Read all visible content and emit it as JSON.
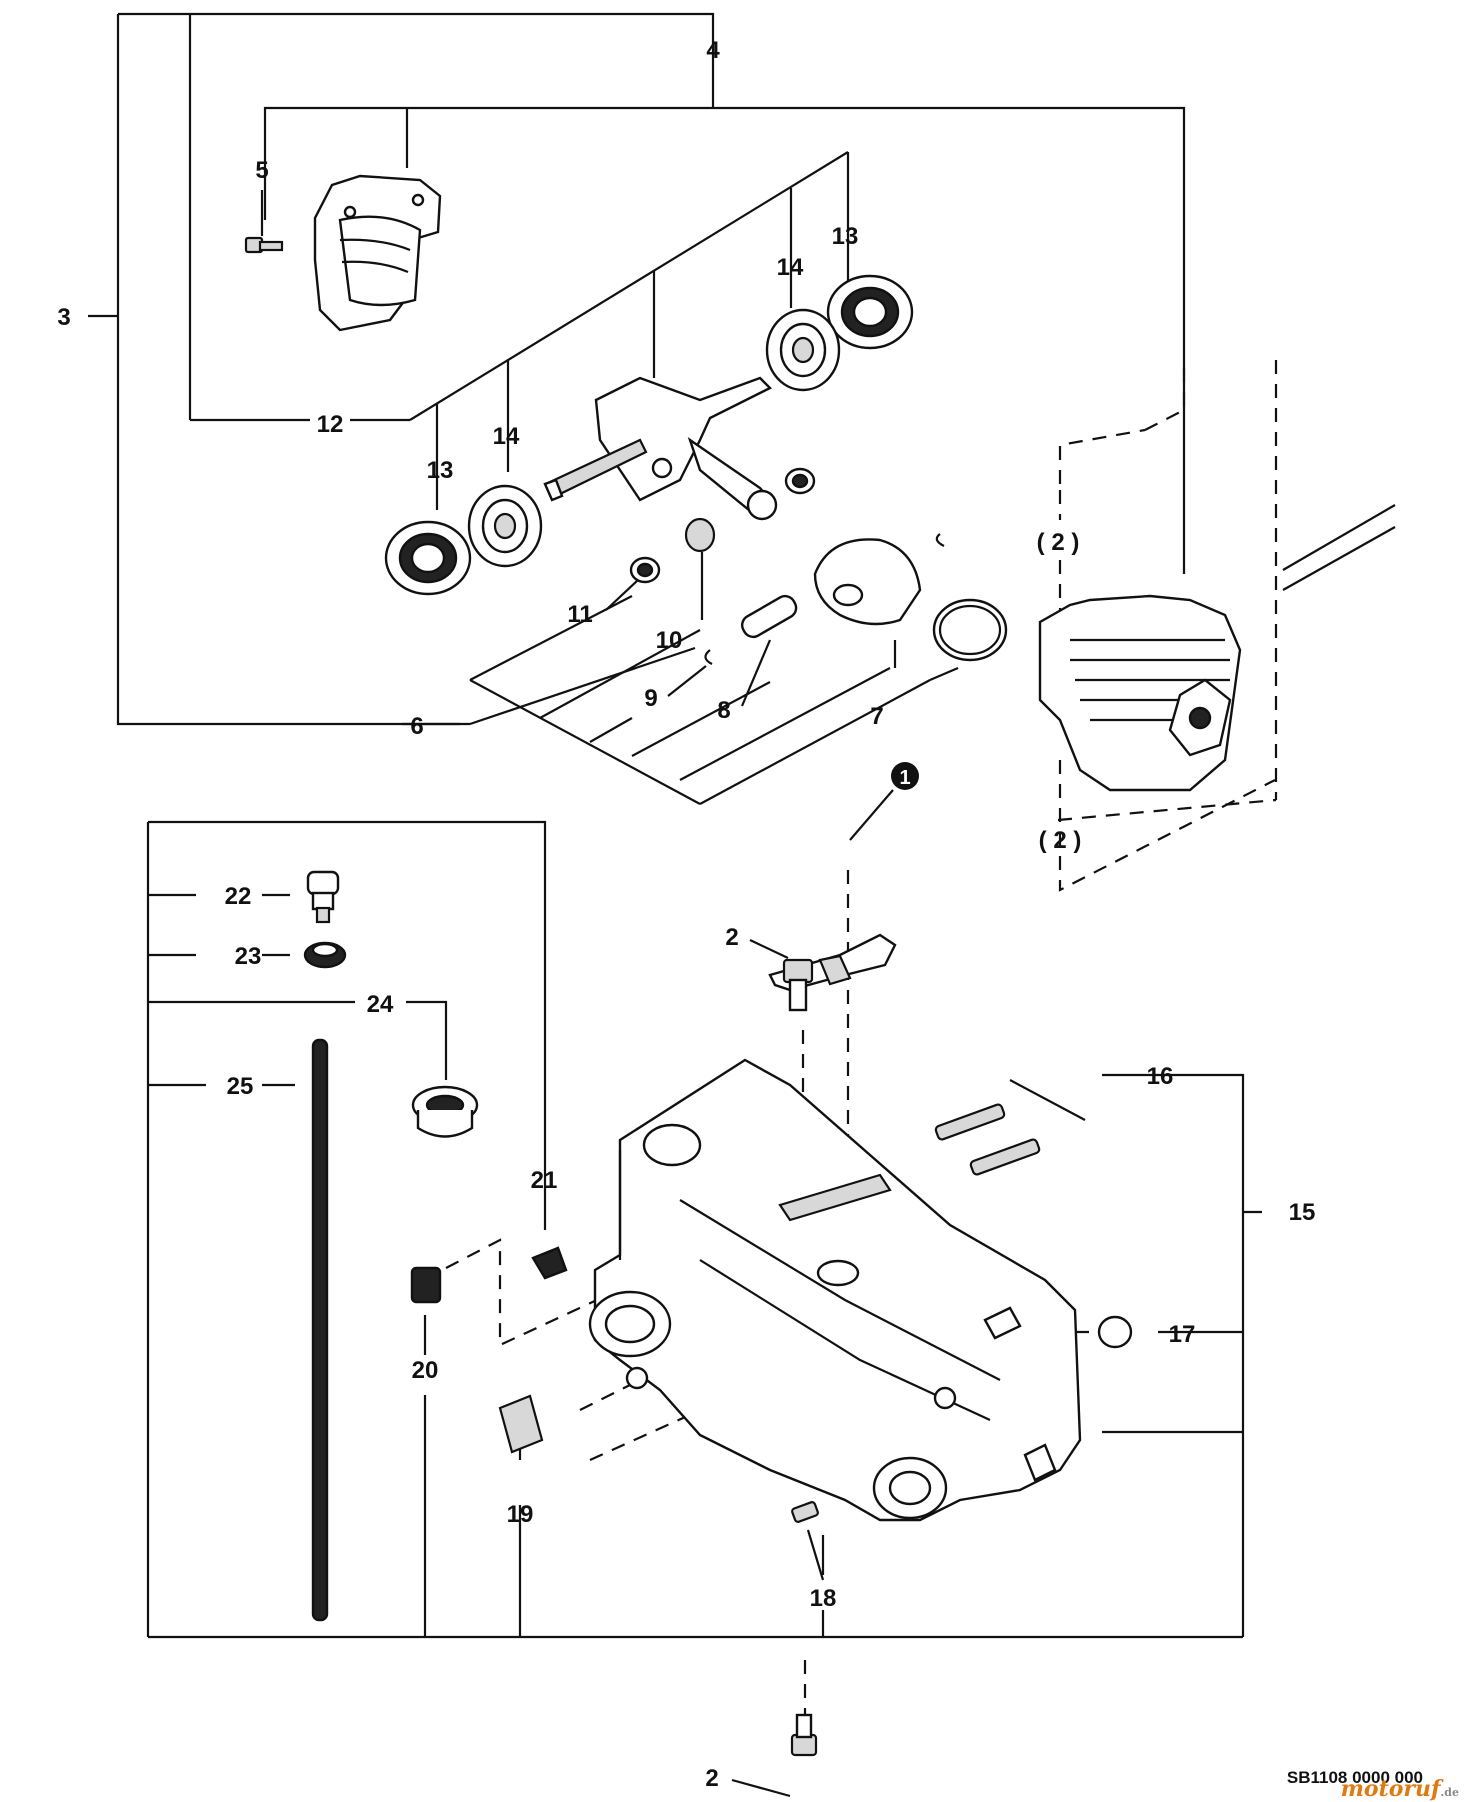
{
  "diagram": {
    "callouts": {
      "c1": "1",
      "c2_top": "2",
      "c2_bottom": "2",
      "c2_cyl_top": "( 2 )",
      "c2_cyl_bottom": "( 2 )",
      "c3": "3",
      "c4": "4",
      "c5": "5",
      "c6": "6",
      "c7": "7",
      "c8": "8",
      "c9": "9",
      "c10": "10",
      "c11": "11",
      "c12": "12",
      "c13_right": "13",
      "c13_left": "13",
      "c14_right": "14",
      "c14_left": "14",
      "c15": "15",
      "c16": "16",
      "c17": "17",
      "c18": "18",
      "c19": "19",
      "c20": "20",
      "c21": "21",
      "c22": "22",
      "c23": "23",
      "c24": "24",
      "c25": "25"
    },
    "drawing_code": "SB1108 0000 000",
    "watermark": {
      "text": "motoruf",
      "suffix": ".de"
    }
  },
  "colors": {
    "ink": "#111111",
    "watermark": "#e07a10",
    "background": "#ffffff"
  }
}
